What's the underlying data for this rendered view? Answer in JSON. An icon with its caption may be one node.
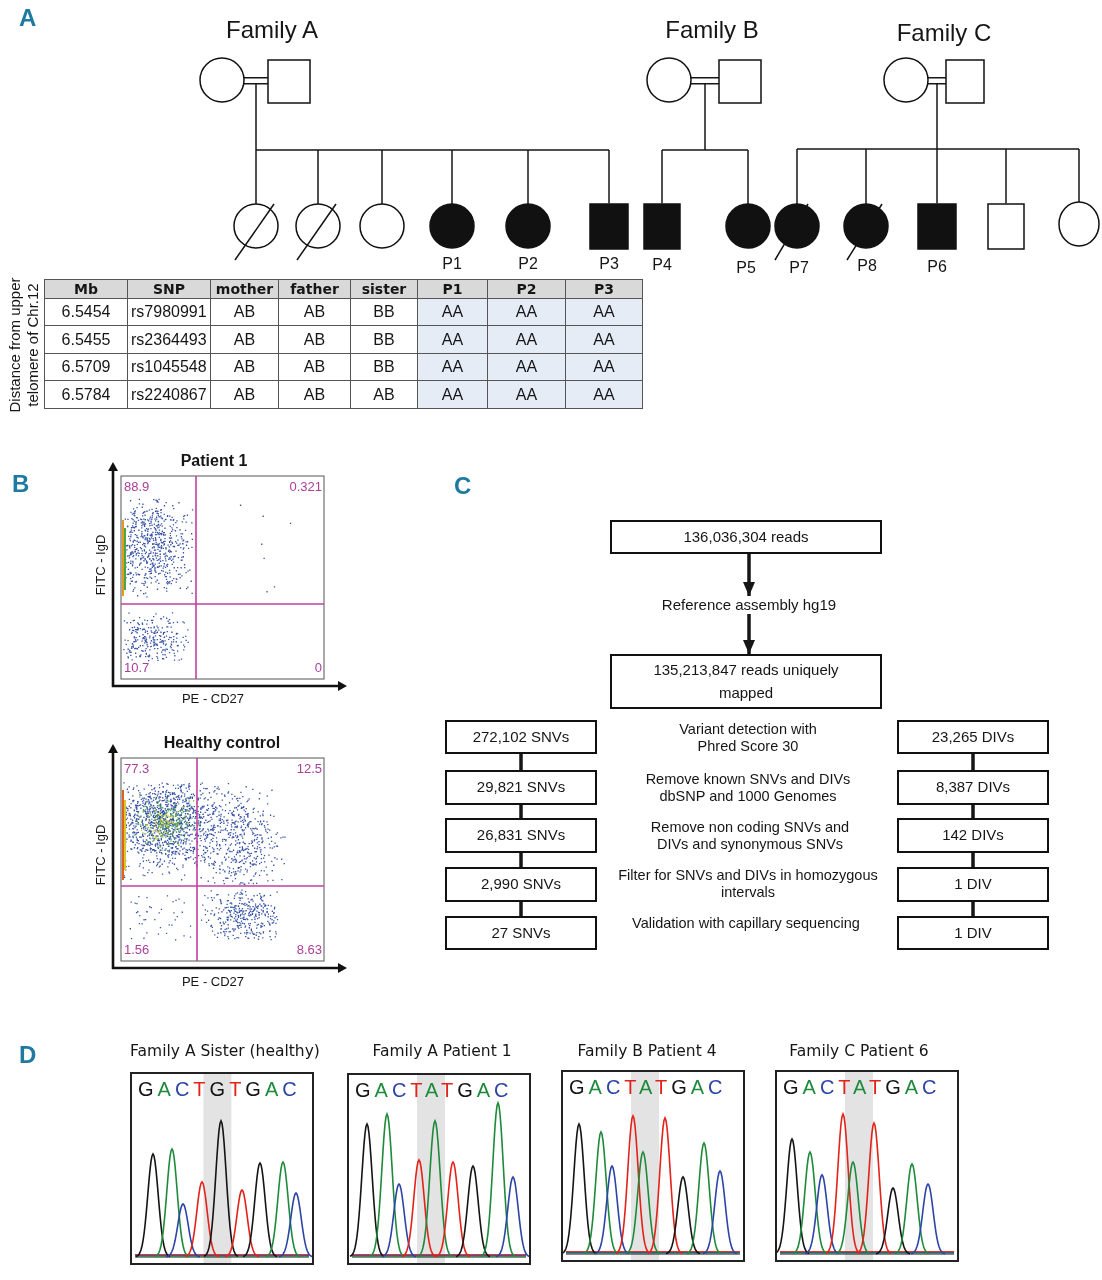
{
  "diagram": {
    "nodes": [
      {
        "text": [],
        "shape": "circle"
      },
      {
        "text": [],
        "shape": "box"
      },
      {
        "text": [],
        "shape": "circle"
      },
      {
        "text": [],
        "shape": "box"
      },
      {
        "text": [],
        "shape": "circle"
      },
      {
        "text": [],
        "shape": "box"
      },
      {
        "text": [],
        "shape": "circle"
      },
      {
        "text": [],
        "shape": "circle"
      },
      {
        "text": [],
        "shape": "circle"
      },
      {
        "text": [],
        "shape": "circle",
        "beside": [
          "P1"
        ]
      },
      {
        "text": [],
        "shape": "circle",
        "beside": [
          "P2"
        ]
      },
      {
        "text": [],
        "shape": "box",
        "beside": [
          "P3"
        ]
      },
      {
        "text": [],
        "shape": "box",
        "beside": [
          "P4"
        ]
      },
      {
        "text": [],
        "shape": "circle",
        "beside": [
          "P5"
        ]
      },
      {
        "text": [],
        "shape": "circle",
        "beside": [
          "P7"
        ]
      },
      {
        "text": [],
        "shape": "circle",
        "beside": [
          "P8"
        ]
      },
      {
        "text": [],
        "shape": "box",
        "beside": [
          "P6"
        ]
      },
      {
        "text": [],
        "shape": "box"
      },
      {
        "text": [],
        "shape": "circle"
      },
      {
        "text": [
          "136,036,304 reads"
        ]
      },
      {
        "text": [
          "Reference assembly hg19"
        ]
      },
      {
        "text": [
          "135,213,847 reads uniquely mapped"
        ]
      },
      {
        "text": [
          "272,102 SNVs"
        ]
      },
      {
        "text": [
          "23,265 DIVs"
        ]
      },
      {
        "text": [
          "29,821 SNVs"
        ]
      },
      {
        "text": [
          "8,387 DIVs"
        ]
      },
      {
        "text": [
          "26,831 SNVs"
        ]
      },
      {
        "text": [
          "142 DIVs"
        ]
      },
      {
        "text": [
          "2,990 SNVs"
        ]
      },
      {
        "text": [
          "1 DIV"
        ]
      },
      {
        "text": [
          "27 SNVs"
        ]
      },
      {
        "text": [
          "1 DIV"
        ]
      }
    ],
    "edges": [
      {
        "from": 0,
        "to": 1,
        "arrow": "none"
      },
      {
        "from": 1,
        "to": 6,
        "arrow": "none"
      },
      {
        "from": 1,
        "to": 7,
        "arrow": "none"
      },
      {
        "from": 1,
        "to": 8,
        "arrow": "none"
      },
      {
        "from": 1,
        "to": 9,
        "arrow": "none"
      },
      {
        "from": 1,
        "to": 10,
        "arrow": "none"
      },
      {
        "from": 1,
        "to": 11,
        "arrow": "none"
      },
      {
        "from": 2,
        "to": 3,
        "arrow": "none"
      },
      {
        "from": 3,
        "to": 12,
        "arrow": "none"
      },
      {
        "from": 3,
        "to": 13,
        "arrow": "none"
      },
      {
        "from": 4,
        "to": 5,
        "arrow": "none"
      },
      {
        "from": 5,
        "to": 14,
        "arrow": "none"
      },
      {
        "from": 5,
        "to": 15,
        "arrow": "none"
      },
      {
        "from": 5,
        "to": 16,
        "arrow": "none"
      },
      {
        "from": 5,
        "to": 17,
        "arrow": "none"
      },
      {
        "from": 5,
        "to": 18,
        "arrow": "none"
      },
      {
        "from": 19,
        "to": 20,
        "arrow": "to",
        "style": "thick"
      },
      {
        "from": 20,
        "to": 21,
        "arrow": "to",
        "style": "thick"
      },
      {
        "from": 22,
        "to": 24,
        "arrow": "none",
        "style": "thick"
      },
      {
        "from": 24,
        "to": 26,
        "arrow": "none",
        "style": "thick"
      },
      {
        "from": 26,
        "to": 28,
        "arrow": "none",
        "style": "thick"
      },
      {
        "from": 28,
        "to": 30,
        "arrow": "none",
        "style": "thick"
      },
      {
        "from": 23,
        "to": 25,
        "arrow": "none",
        "style": "thick"
      },
      {
        "from": 25,
        "to": 27,
        "arrow": "none",
        "style": "thick"
      },
      {
        "from": 27,
        "to": 29,
        "arrow": "none",
        "style": "thick"
      },
      {
        "from": 29,
        "to": 31,
        "arrow": "none",
        "style": "thick"
      }
    ],
    "labels": [
      "A",
      "Family A",
      "Family B",
      "Family C",
      "Distance from upper telomere of Chr.12",
      "Mb",
      "SNP",
      "mother",
      "father",
      "sister",
      "P1",
      "P2",
      "P3",
      "6.5454",
      "rs7980991",
      "AB",
      "AB",
      "BB",
      "AA",
      "AA",
      "AA",
      "6.5455",
      "rs2364493",
      "AB",
      "AB",
      "BB",
      "AA",
      "AA",
      "AA",
      "6.5709",
      "rs1045548",
      "AB",
      "AB",
      "BB",
      "AA",
      "AA",
      "AA",
      "6.5784",
      "rs2240867",
      "AB",
      "AB",
      "AB",
      "AA",
      "AA",
      "AA",
      "B",
      "Patient 1",
      "88.9",
      "0.321",
      "FITC - IgD",
      "10.7",
      "0",
      "PE - CD27",
      "Healthy control",
      "77.3",
      "12.5",
      "FITC - IgD",
      "1.56",
      "8.63",
      "PE - CD27",
      "C",
      "Variant detection with Phred Score 30",
      "Remove known SNVs and DIVs dbSNP and 1000 Genomes",
      "Remove non coding SNVs and DIVs and synonymous SNVs",
      "Filter for SNVs and DIVs in homozygous intervals",
      "Validation with capillary sequencing",
      "D",
      "Family A Sister (healthy)",
      "Family A Patient 1",
      "Family B Patient 4",
      "Family C Patient 6",
      "GACTGTGAC",
      "GACTATGAC",
      "GACTATGAC",
      "GACTATGAC"
    ]
  }
}
